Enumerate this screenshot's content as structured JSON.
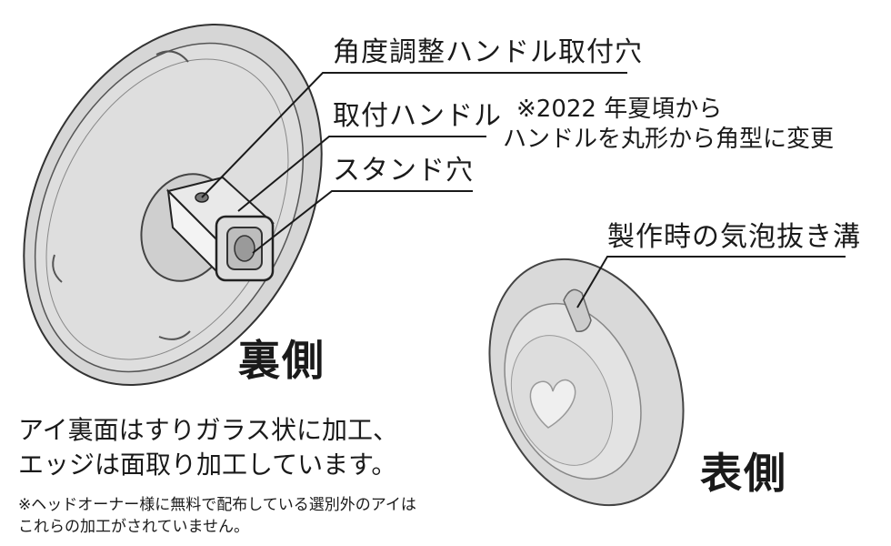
{
  "callouts": {
    "angle_hole": "角度調整ハンドル取付穴",
    "handle": "取付ハンドル",
    "stand_hole": "スタンド穴",
    "groove": "製作時の気泡抜き溝"
  },
  "note_change": {
    "line1": "※2022 年夏頃から",
    "line2": "ハンドルを丸形から角型に変更"
  },
  "side_labels": {
    "back": "裏側",
    "front": "表側"
  },
  "description": {
    "line1": "アイ裏面はすりガラス状に加工、",
    "line2": "エッジは面取り加工しています。"
  },
  "footnote": {
    "line1": "※ヘッドオーナー様に無料で配布している選別外のアイは",
    "line2": "これらの加工がされていません。"
  },
  "colors": {
    "ink": "#1a1a1a",
    "disc_fill": "#d9d9d9",
    "heart_fill": "#ededed"
  }
}
